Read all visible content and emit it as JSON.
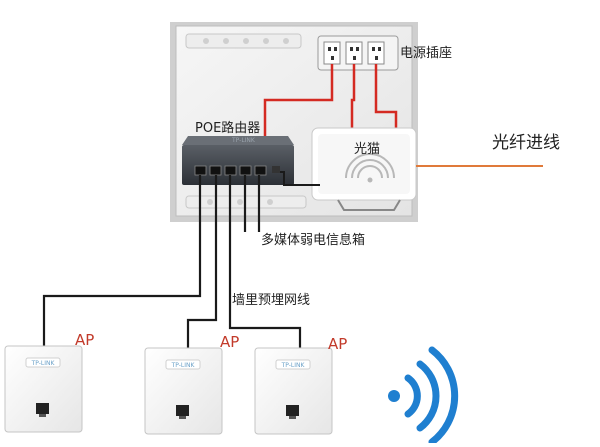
{
  "labels": {
    "power_strip": "电源插座",
    "poe_router": "POE路由器",
    "optical_modem": "光猫",
    "fiber_in": "光纤进线",
    "media_box": "多媒体弱电信息箱",
    "wall_cable": "墙里预埋网线"
  },
  "ap_labels": [
    "AP",
    "AP",
    "AP"
  ],
  "brand_text": "TP-LINK",
  "colors": {
    "power_cable": "#d42a22",
    "network_cable": "#1a1a1a",
    "fiber_cable": "#e07a3a",
    "ap_label": "#c23a2a",
    "wifi_icon": "#1f7fd0"
  },
  "icons": [
    "wifi-icon",
    "wifi-signal-icon"
  ]
}
